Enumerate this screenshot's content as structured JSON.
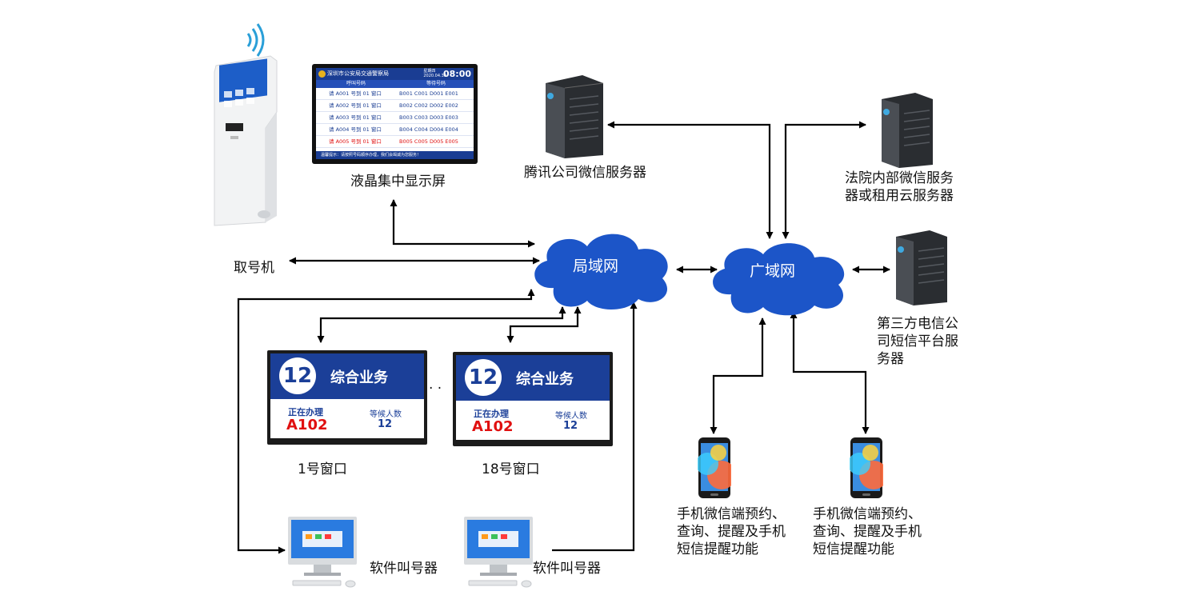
{
  "nodes": {
    "lcd_label": "液晶集中显示屏",
    "kiosk_label": "取号机",
    "tencent_server_label": "腾讯公司微信服务器",
    "court_server_label": "法院内部微信服务器或租用云服务器",
    "sms_server_label": "第三方电信公司短信平台服务器",
    "lan_label": "局域网",
    "wan_label": "广域网",
    "window1_label": "1号窗口",
    "window18_label": "18号窗口",
    "caller1_label": "软件叫号器",
    "caller2_label": "软件叫号器",
    "phone1_label": "手机微信端预约、查询、提醒及手机短信提醒功能",
    "phone2_label": "手机微信端预约、查询、提醒及手机短信提醒功能",
    "ellipsis": ". ."
  },
  "lcd_screen": {
    "header": "深圳市公安局交通警察局",
    "date": "2020.04.30",
    "weekday": "星期四",
    "time": "08:00",
    "col_call": "呼叫号码",
    "col_wait": "等待号码",
    "rows": [
      {
        "call": "请 A001 号到 01 窗口",
        "wait": "B001   C001   D001   E001",
        "red": false
      },
      {
        "call": "请 A002 号到 01 窗口",
        "wait": "B002   C002   D002   E002",
        "red": false
      },
      {
        "call": "请 A003 号到 01 窗口",
        "wait": "B003   C003   D003   E003",
        "red": false
      },
      {
        "call": "请 A004 号到 01 窗口",
        "wait": "B004   C004   D004   E004",
        "red": false
      },
      {
        "call": "请 A005 号到 01 窗口",
        "wait": "B005   C005   D005   E005",
        "red": true
      }
    ],
    "footer": "温馨提示：请按照号码顺序办理，我们会竭诚为您服务！"
  },
  "window_screens": [
    {
      "number": "12",
      "title": "综合业务",
      "processing_label": "正在办理",
      "processing_value": "A102",
      "waiting_label": "等候人数",
      "waiting_value": "12"
    },
    {
      "number": "12",
      "title": "综合业务",
      "processing_label": "正在办理",
      "processing_value": "A102",
      "waiting_label": "等候人数",
      "waiting_value": "12"
    }
  ],
  "colors": {
    "cloud": "#1c55c8",
    "screen_blue": "#1b3f98",
    "alert_red": "#e01010",
    "arrow": "#000000"
  }
}
